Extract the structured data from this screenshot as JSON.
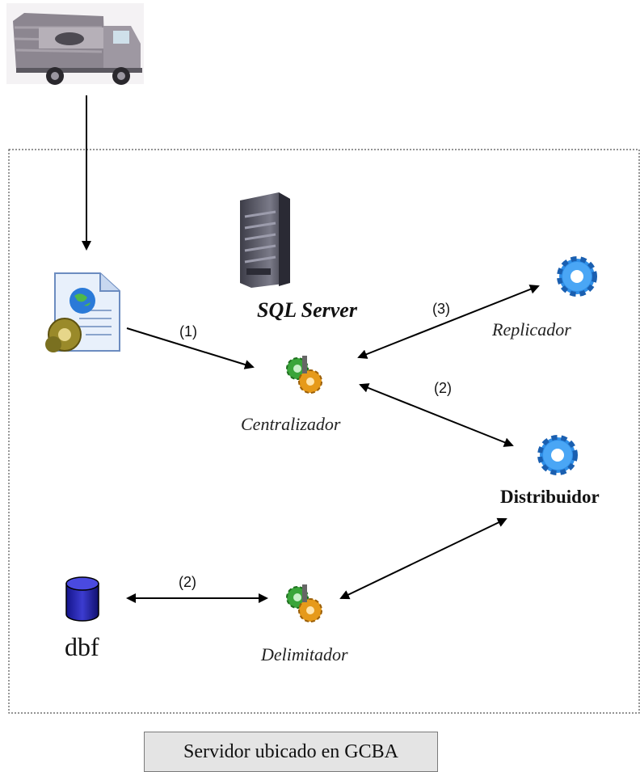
{
  "nodes": {
    "sql_server": "SQL Server",
    "centralizador": "Centralizador",
    "replicador": "Replicador",
    "distribuidor": "Distribuidor",
    "delimitador": "Delimitador",
    "dbf": "dbf"
  },
  "edges": {
    "webservice_to_centralizador": "(1)",
    "centralizador_replicador": "(3)",
    "centralizador_distribuidor": "(2)",
    "dbf_delimitador": "(2)"
  },
  "footer": "Servidor ubicado en GCBA",
  "colors": {
    "gear_blue": "#2f8fe8",
    "gear_orange": "#e69a1a",
    "gear_green": "#3aa53a",
    "db_blue": "#1f1faa",
    "server_gray": "#5a5a66"
  }
}
